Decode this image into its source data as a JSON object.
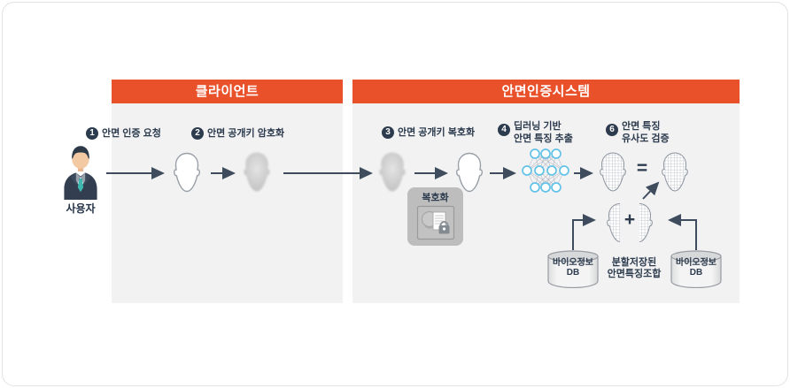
{
  "sections": {
    "client": {
      "title": "클라이언트"
    },
    "system": {
      "title": "안면인증시스템"
    }
  },
  "actor": {
    "label": "사용자"
  },
  "steps": [
    {
      "num": "1",
      "label": "안면 인증 요청"
    },
    {
      "num": "2",
      "label": "안면 공개키 암호화"
    },
    {
      "num": "3",
      "label": "안면 공개키 복호화"
    },
    {
      "num": "4",
      "line1": "딥러닝 기반",
      "line2": "안면 특징 추출"
    },
    {
      "num": "6",
      "line1": "안면 특징",
      "line2": "유사도 검증"
    }
  ],
  "decrypt": {
    "label": "복호화"
  },
  "operators": {
    "equals": "=",
    "plus": "+"
  },
  "storage": {
    "db_left": {
      "line1": "바이오정보",
      "line2": "DB"
    },
    "db_right": {
      "line1": "바이오정보",
      "line2": "DB"
    },
    "combo": {
      "line1": "분할저장된",
      "line2": "안면특징조합"
    }
  },
  "colors": {
    "accent": "#E9512A",
    "panel": "#F2F2F3",
    "badge": "#2C3B4E",
    "arrow": "#3E4C5E",
    "nn_node": "#62C2E8"
  },
  "icons": [
    "user-avatar-icon",
    "face-outline-icon",
    "encrypted-face-icon",
    "neural-network-icon",
    "mesh-face-icon",
    "half-face-icon",
    "decrypt-document-lock-icon",
    "database-icon",
    "flow-arrow-icon"
  ]
}
